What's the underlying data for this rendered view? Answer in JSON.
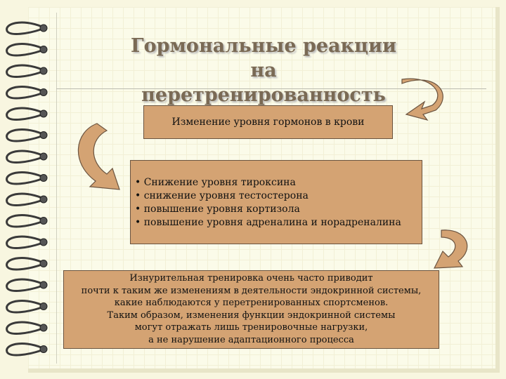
{
  "title_lines": [
    "Гормональные реакции на",
    "перетренированность"
  ],
  "box_top": "Изменение уровня гормонов в крови",
  "list_items": [
    "• Снижение уровня тироксина",
    "• снижение уровня тестостерона",
    "• повышение уровня кортизола",
    "• повышение уровня адреналина и норадреналина"
  ],
  "bottom_lines": [
    "Изнурительная тренировка очень часто приводит",
    "почти к таким же изменениям в деятельности эндокринной системы,",
    "какие наблюдаются у перетренированных спортсменов.",
    "Таким образом, изменения функции эндокринной системы",
    "могут отражать лишь тренировочные нагрузки,",
    "а не нарушение адаптационного процесса"
  ],
  "colors": {
    "box_fill": "#d4a373",
    "title_color": "#7a6a55",
    "paper": "#fbfbe9"
  }
}
